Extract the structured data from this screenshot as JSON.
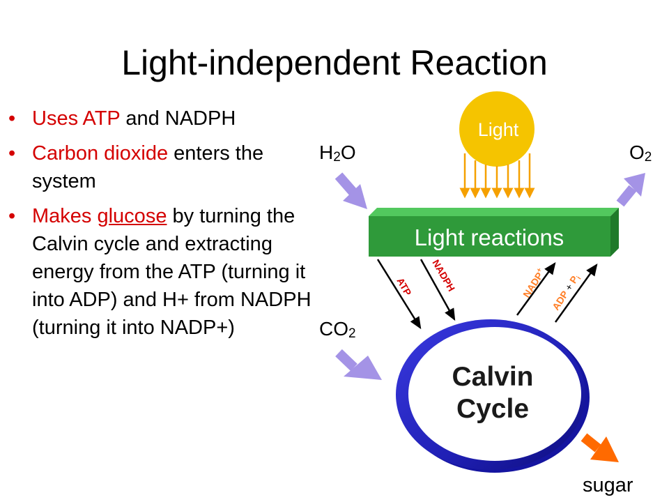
{
  "slide": {
    "title": "Light-independent Reaction"
  },
  "bullets": [
    {
      "highlight": "Uses ATP",
      "rest": " and NADPH"
    },
    {
      "highlight": "Carbon dioxide",
      "rest": " enters the system"
    },
    {
      "highlight_a": "Makes ",
      "link": "glucose",
      "rest": " by turning the Calvin cycle and extracting energy from the ATP (turning it into ADP) and H+ from NADPH (turning it into NADP+)"
    }
  ],
  "diagram": {
    "light_label": "Light",
    "h2o": {
      "main": "H",
      "sub": "2",
      "tail": "O"
    },
    "o2": {
      "main": "O",
      "sub": "2"
    },
    "co2": {
      "main": "CO",
      "sub": "2"
    },
    "light_reactions_label": "Light reactions",
    "atp_label": "ATP",
    "nadph_label": "NADPH",
    "nadp_label": "NADP",
    "nadp_sup": "+",
    "adp_label": "ADP",
    "plus": "+",
    "pi_label": "P",
    "pi_sub": "i",
    "calvin_line1": "Calvin",
    "calvin_line2": "Cycle",
    "sugar_label": "sugar",
    "colors": {
      "sun": "#f5c400",
      "green_box": "#2f9a3a",
      "green_top": "#52c85e",
      "ring": "#2424c8",
      "arrow_purple": "#a493e6",
      "arrow_orange": "#ff6a00",
      "text_red": "#d40000",
      "text_orange": "#ff7f27"
    }
  }
}
